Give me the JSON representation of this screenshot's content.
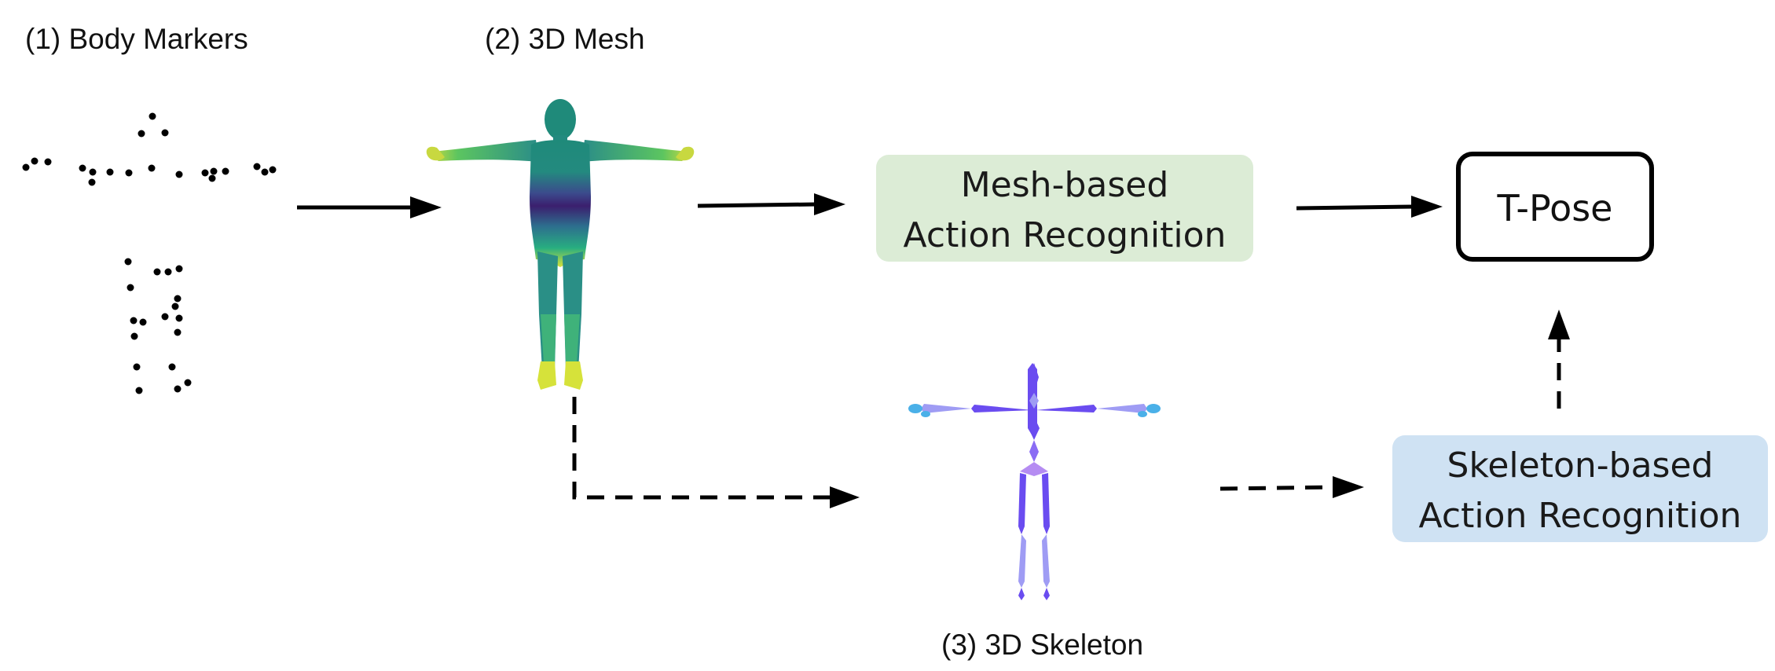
{
  "labels": {
    "body_markers": "(1) Body Markers",
    "mesh": "(2) 3D Mesh",
    "skeleton": "(3) 3D Skeleton"
  },
  "mesh_box": {
    "line1": "Mesh-based",
    "line2": "Action Recognition",
    "color": "#dcecd6"
  },
  "skeleton_box": {
    "line1": "Skeleton-based",
    "line2": "Action Recognition",
    "color": "#cfe2f3"
  },
  "output_box": {
    "label": "T-Pose",
    "border_color": "#000000"
  },
  "colors": {
    "mesh_head": "#1f8a7a",
    "mesh_torso": "#3b1f6e",
    "mesh_hands": "#c8d840",
    "skeleton_main": "#6a4cf0",
    "skeleton_light": "#9f9cf4",
    "skeleton_hands": "#4ab0e8"
  },
  "icons": [
    "marker-dots-icon",
    "human-mesh-icon",
    "skeleton-figure-icon"
  ]
}
